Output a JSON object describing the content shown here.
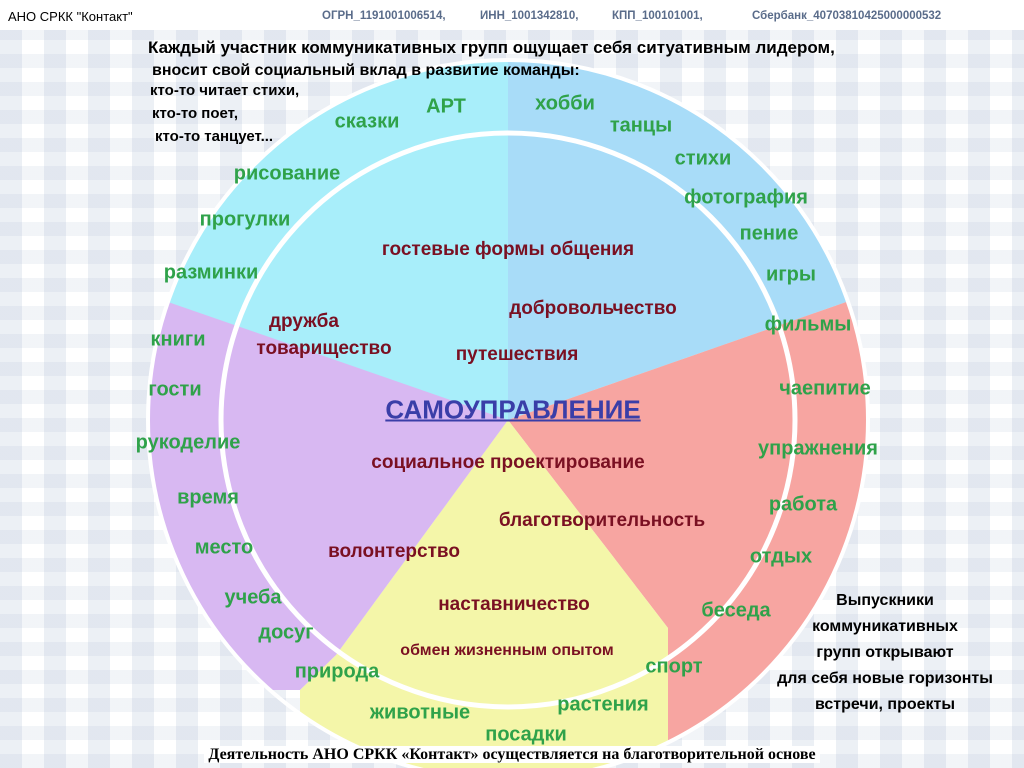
{
  "header": {
    "org": "АНО СРКК \"Контакт\"",
    "ogrn": "ОГРН_1191001006514,",
    "inn": "ИНН_1001342810,",
    "kpp": "КПП_100101001,",
    "bank": "Сбербанк_40703810425000000532"
  },
  "intro": {
    "line1": "Каждый участник коммуникативных групп ощущает себя ситуативным лидером,",
    "line2": "вносит свой социальный вклад в развитие команды:",
    "line3": "кто-то читает стихи,",
    "line4": "кто-то поет,",
    "line5": "кто-то танцует..."
  },
  "center": {
    "title": "САМОУПРАВЛЕНИЕ"
  },
  "colors": {
    "cyan": "#a8eefa",
    "blue": "#a8dcf8",
    "red": "#f7a5a1",
    "yellow": "#f4f6a9",
    "purple": "#d8b8f2",
    "ring": "#ffffff",
    "outer_text": "#2fa24a",
    "inner_text": "#7a1022",
    "center_text": "#3a3ea8"
  },
  "outer_labels": {
    "art": "АРТ",
    "skazki": "сказки",
    "risovanie": "рисование",
    "progulki": "прогулки",
    "razminki": "разминки",
    "hobbi": "хобби",
    "tantsy": "танцы",
    "stikhi": "стихи",
    "fotografiya": "фотография",
    "penie": "пение",
    "igry": "игры",
    "filmy": "фильмы",
    "chaepitie": "чаепитие",
    "uprazhneniya": "упражнения",
    "rabota": "работа",
    "otdykh": "отдых",
    "beseda": "беседа",
    "sport": "спорт",
    "rasteniya": "растения",
    "posadki": "посадки",
    "zhivotnye": "животные",
    "priroda": "природа",
    "dosug": "досуг",
    "ucheba": "учеба",
    "mesto": "место",
    "vremya": "время",
    "rukodelie": "рукоделие",
    "gosti": "гости",
    "knigi": "книги"
  },
  "inner_labels": {
    "gostevye": "гостевые формы общения",
    "dobrovolchestvo": "добровольчество",
    "druzhba": "дружба",
    "tovarishchestvo": "товарищество",
    "puteshestviya": "путешествия",
    "socproekt": "социальное проектирование",
    "blagotvoritelnost": "благотворительность",
    "volonterstvo": "волонтерство",
    "nastavnichestvo": "наставничество",
    "obmen": "обмен жизненным опытом"
  },
  "graduates": {
    "line1": "Выпускники",
    "line2": "коммуникативных",
    "line3": "групп  открывают",
    "line4": "для себя новые горизонты",
    "line5": "встречи, проекты"
  },
  "footer": "Деятельность АНО СРКК «Контакт» осуществляется на благотворительной основе"
}
